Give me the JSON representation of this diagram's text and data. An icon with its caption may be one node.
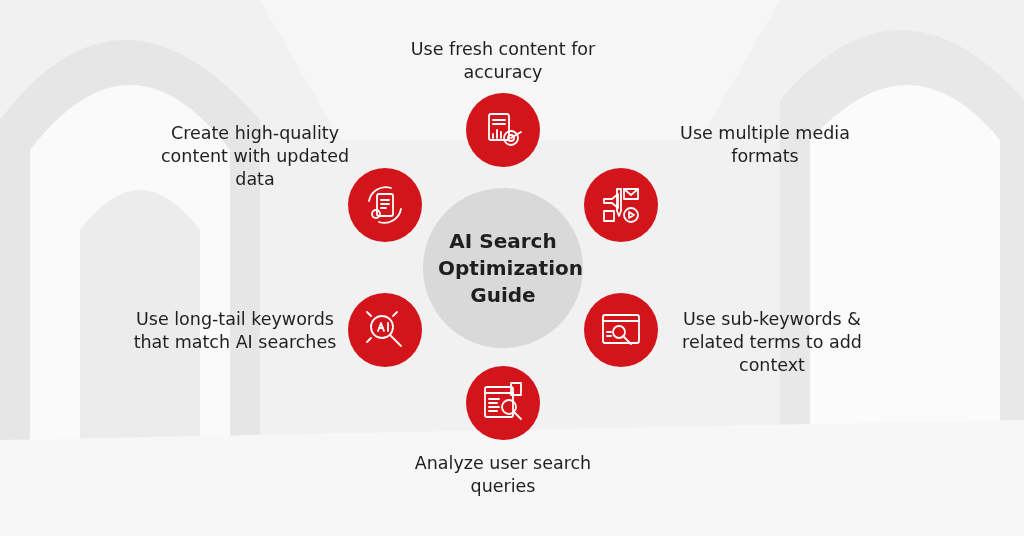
{
  "diagram": {
    "nodes": [
      {
        "text": [
          "AI Search Optimization Guide"
        ]
      },
      {
        "text": [],
        "shape": "circle",
        "beside": [
          "Use fresh content for accuracy"
        ]
      },
      {
        "text": [],
        "shape": "circle",
        "beside": [
          "Create high-quality content with updated data"
        ]
      },
      {
        "text": [],
        "shape": "circle",
        "beside": [
          "Use multiple media formats"
        ]
      },
      {
        "text": [],
        "shape": "circle",
        "beside": [
          "Use long-tail keywords that match AI searches"
        ]
      },
      {
        "text": [],
        "shape": "circle",
        "beside": [
          "Use sub-keywords & related terms to add context"
        ]
      },
      {
        "text": [],
        "shape": "circle",
        "beside": [
          "Analyze user search queries"
        ]
      }
    ]
  }
}
